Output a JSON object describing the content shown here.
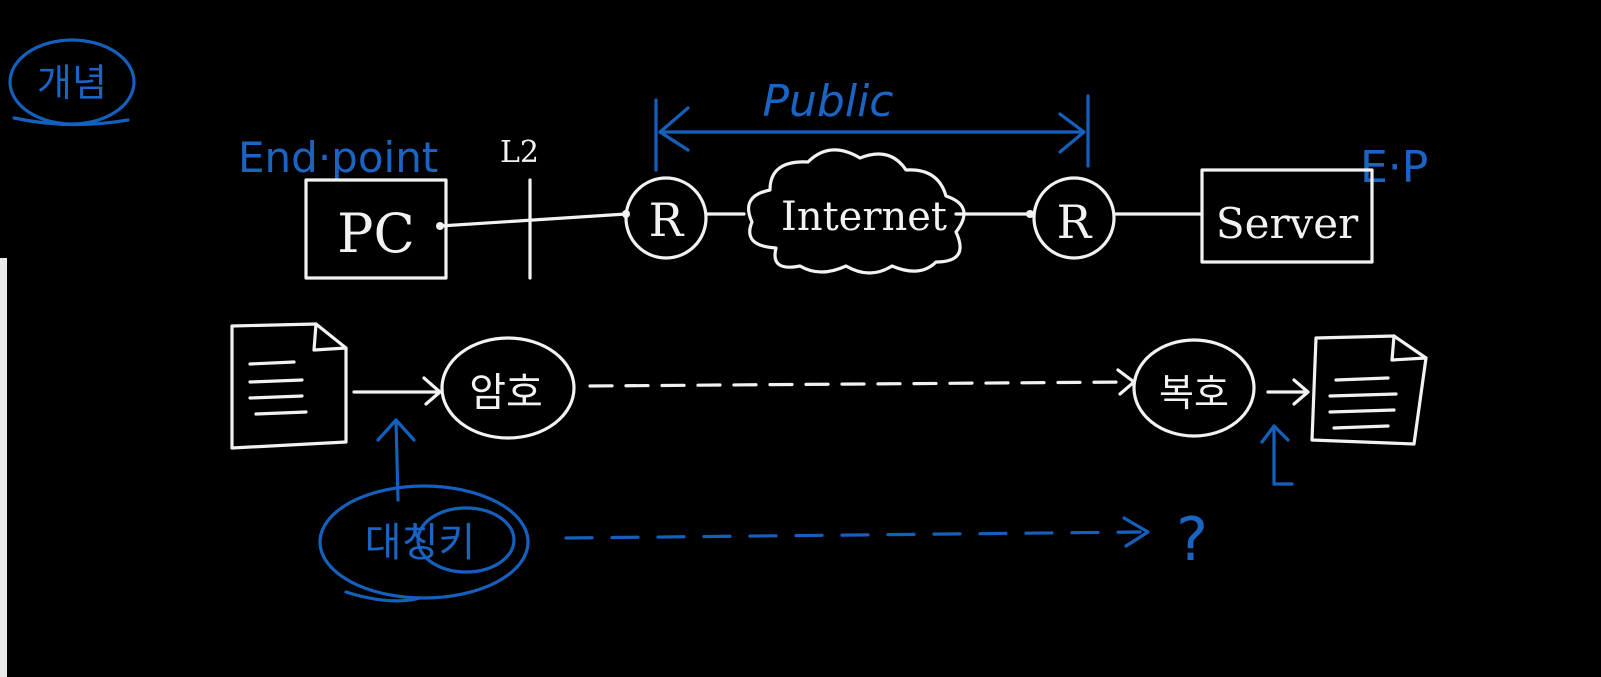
{
  "colors": {
    "background": "#000000",
    "ink_white": "#f2f2f2",
    "ink_blue": "#1560bd",
    "edge_strip": "#e9e9e9"
  },
  "labels": {
    "heading": "개념",
    "public": "Public",
    "endpoint": "End·point",
    "l2": "L2",
    "ep": "E·P",
    "pc": "PC",
    "router_left": "R",
    "internet": "Internet",
    "router_right": "R",
    "server": "Server",
    "enc": "암호",
    "dec": "복호",
    "key": "대칭키",
    "question": "?"
  }
}
